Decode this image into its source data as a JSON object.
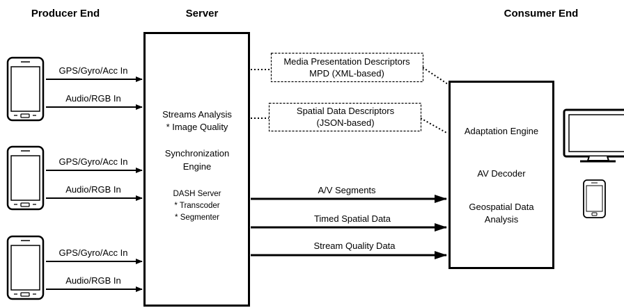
{
  "headers": {
    "producer": "Producer End",
    "server": "Server",
    "consumer": "Consumer End"
  },
  "producer_inputs": {
    "sensor": "GPS/Gyro/Acc In",
    "media": "Audio/RGB In"
  },
  "server_box": {
    "streams_analysis": "Streams Analysis",
    "image_quality": "* Image Quality",
    "sync_line1": "Synchronization",
    "sync_line2": "Engine",
    "dash_server": "DASH Server",
    "transcoder": "* Transcoder",
    "segmenter": "* Segmenter"
  },
  "descriptors": {
    "mpd_line1": "Media Presentation Descriptors",
    "mpd_line2": "MPD (XML-based)",
    "spatial_line1": "Spatial Data Descriptors",
    "spatial_line2": "(JSON-based)"
  },
  "flows": {
    "av_segments": "A/V Segments",
    "timed_spatial": "Timed Spatial Data",
    "stream_quality": "Stream Quality Data"
  },
  "consumer_box": {
    "adaptation": "Adaptation Engine",
    "av_decoder": "AV Decoder",
    "geo_line1": "Geospatial Data",
    "geo_line2": "Analysis"
  }
}
